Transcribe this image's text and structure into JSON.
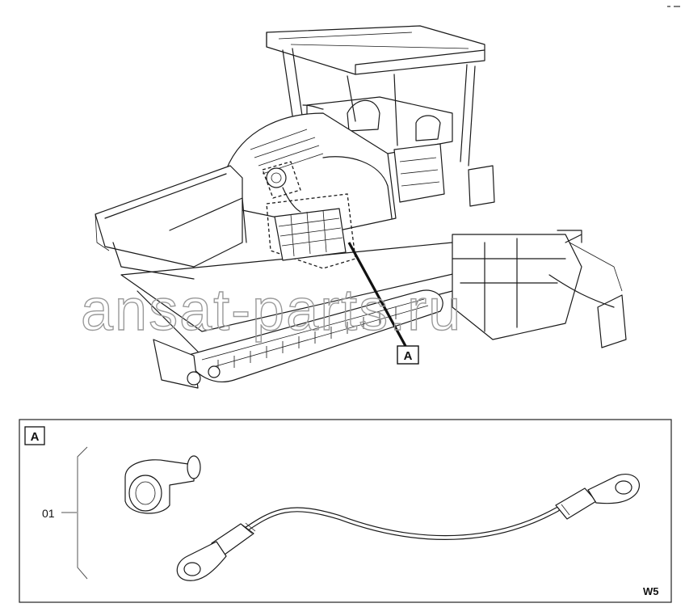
{
  "watermark": "ansat-parts.ru",
  "callout": "A",
  "detail": {
    "label": "A",
    "item_number": "01",
    "sheet_code": "W5"
  }
}
